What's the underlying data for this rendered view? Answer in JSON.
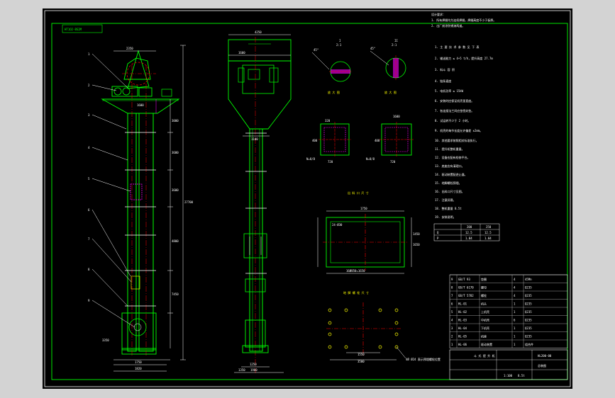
{
  "drawing": {
    "stamp": "HT1O2-BS2M",
    "colors": {
      "background": "#000000",
      "frame": "#ffffff",
      "body": "#00ff00",
      "center": "#ff0000",
      "dims": "#ffffff",
      "leaders": "#ffffff",
      "accent": "#ff00ff",
      "yellow": "#ffff00"
    },
    "side_view": {
      "dims": {
        "top_width": "2350",
        "mid": "1600",
        "bottom_width": "1750",
        "bottom2": "1820",
        "total_height": "27700",
        "seg1": "3000",
        "seg2": "3600",
        "seg3": "3600",
        "seg4": "4800",
        "seg5": "7450",
        "base": "3350"
      },
      "callouts": [
        "1",
        "2",
        "3",
        "4",
        "5",
        "6",
        "7",
        "8",
        "9"
      ]
    },
    "front_view": {
      "dims": {
        "top": "4250",
        "head": "1600",
        "mid": "1100",
        "boot_w": "1250",
        "boot_w2": "1900",
        "base": "1350"
      }
    },
    "detail_I": {
      "title": "I",
      "scale": "2:1",
      "label": "45°",
      "caption": "放 大 图"
    },
    "detail_II": {
      "title": "II",
      "scale": "2:1",
      "label": "45°",
      "caption": "放 大 图"
    },
    "section_left": {
      "label": "N=8/8",
      "dims": [
        "320",
        "720",
        "400"
      ]
    },
    "section_right": {
      "label": "N=8/8",
      "dims": [
        "720",
        "400",
        "1600"
      ]
    },
    "opening": {
      "title": "出 料 口 尺 寸",
      "top_dim": "1750",
      "left_label": "24-Ø30",
      "bottom_dim": "16Ø850=1650",
      "right_dims": [
        "1450",
        "1650"
      ]
    },
    "anchor": {
      "title": "地 脚 螺 栓 尺 寸",
      "dims": [
        "1550",
        "3500"
      ],
      "note": "4Ø Ø24 表示预埋螺栓位置"
    },
    "notes_header": [
      "设计要求：",
      "1. 所有焊缝均为连续焊缝，焊缝高度不小于板厚。",
      "2. 出厂前涂防锈漆两道。"
    ],
    "notes": [
      "1. 主 要 技 术 参 数 见 下 表",
      "2. 输送能力 ≤ 4~5 t/h，提升高度 27.7m",
      "3. 料斗 容 积",
      "4. 链条速度",
      "5. 电机功率 ≤ 15kW",
      "6. 安装时应保证机壳垂直度。",
      "7. 各连接法兰间应垫密封垫。",
      "8. 试运转不少于 2 小时。",
      "9. 机壳的每节长度允许偏差 ±2mm。",
      "10. 其他要求按照相关标准执行。",
      "11. 提升机整机重量。",
      "12. 设备应配有检修平台。",
      "13. 底座应有清理口。",
      "14. 驱动装置配逆止器。",
      "15. 地脚螺栓预埋。",
      "16. 出料口尺寸见图。",
      "17. 注意润滑。",
      "18. 整机重量  8.5t",
      "19. 安装说明。"
    ],
    "param_table": {
      "cells": [
        [
          "",
          "200",
          "250"
        ],
        [
          "Q",
          "12.5",
          "12.5"
        ],
        [
          "P",
          "1.04",
          "1.04"
        ]
      ]
    },
    "parts_table": {
      "rows": [
        [
          "9",
          "GB/T 93",
          "垫圈",
          "4",
          "45Mn"
        ],
        [
          "8",
          "GB/T 6170",
          "螺母",
          "4",
          "Q235"
        ],
        [
          "7",
          "GB/T 5782",
          "螺栓",
          "4",
          "Q235"
        ],
        [
          "6",
          "HL-01",
          "机头",
          "1",
          "Q235"
        ],
        [
          "5",
          "HL-02",
          "上机壳",
          "1",
          "Q235"
        ],
        [
          "4",
          "HL-03",
          "中机壳",
          "6",
          "Q235"
        ],
        [
          "3",
          "HL-04",
          "下机壳",
          "1",
          "Q235"
        ],
        [
          "2",
          "HL-05",
          "机座",
          "1",
          "Q235"
        ],
        [
          "1",
          "HL-06",
          "驱动装置",
          "1",
          "组合件"
        ]
      ]
    },
    "title_block": {
      "name": "斗 式 提 升 机",
      "code": "HL200-00",
      "sheet": "总装图",
      "scale": "1:100",
      "mass": "8.5t"
    }
  }
}
